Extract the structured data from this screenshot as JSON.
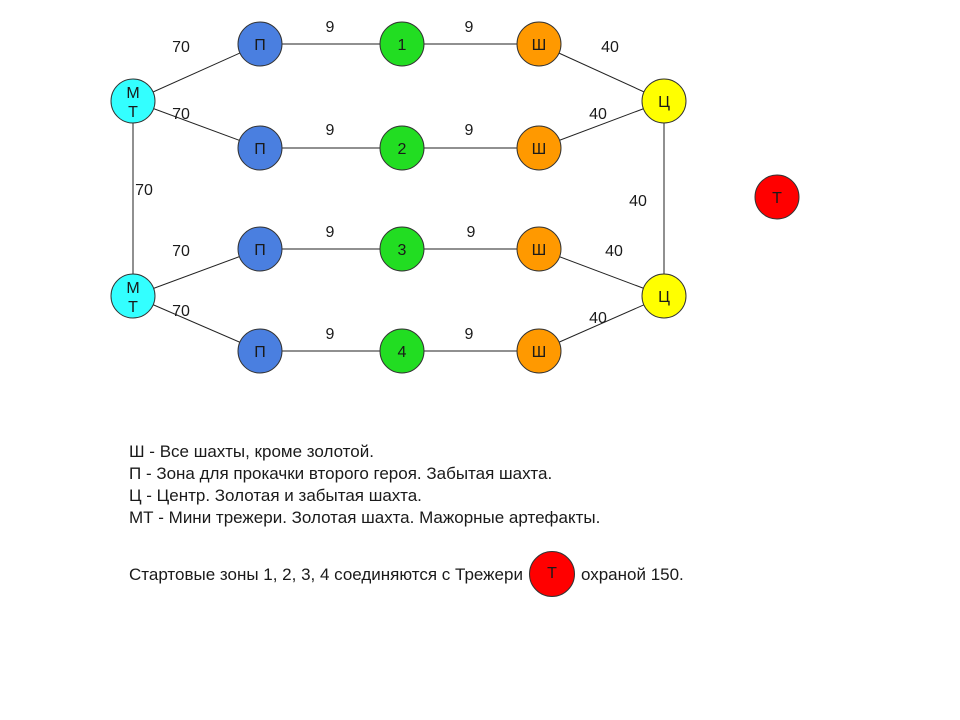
{
  "nodes": {
    "mt_top": {
      "line1": "М",
      "line2": "Т",
      "color": "#33ffff"
    },
    "mt_bottom": {
      "line1": "М",
      "line2": "Т",
      "color": "#33ffff"
    },
    "p1": {
      "label": "П",
      "color": "#4a7fe0"
    },
    "p2": {
      "label": "П",
      "color": "#4a7fe0"
    },
    "p3": {
      "label": "П",
      "color": "#4a7fe0"
    },
    "p4": {
      "label": "П",
      "color": "#4a7fe0"
    },
    "z1": {
      "label": "1",
      "color": "#22dd22"
    },
    "z2": {
      "label": "2",
      "color": "#22dd22"
    },
    "z3": {
      "label": "3",
      "color": "#22dd22"
    },
    "z4": {
      "label": "4",
      "color": "#22dd22"
    },
    "sh1": {
      "label": "Ш",
      "color": "#ff9900"
    },
    "sh2": {
      "label": "Ш",
      "color": "#ff9900"
    },
    "sh3": {
      "label": "Ш",
      "color": "#ff9900"
    },
    "sh4": {
      "label": "Ш",
      "color": "#ff9900"
    },
    "c_top": {
      "label": "Ц",
      "color": "#ffff00"
    },
    "c_bottom": {
      "label": "Ц",
      "color": "#ffff00"
    },
    "t": {
      "label": "Т",
      "color": "#ff0000"
    }
  },
  "edges": {
    "mt_top_p1": "70",
    "mt_top_p2": "70",
    "mt_top_mt_bottom": "70",
    "mt_bottom_p3": "70",
    "mt_bottom_p4": "70",
    "p1_z1": "9",
    "z1_sh1": "9",
    "p2_z2": "9",
    "z2_sh2": "9",
    "p3_z3": "9",
    "z3_sh3": "9",
    "p4_z4": "9",
    "z4_sh4": "9",
    "sh1_c_top": "40",
    "sh2_c_top": "40",
    "c_top_c_bottom": "40",
    "sh3_c_bottom": "40",
    "sh4_c_bottom": "40"
  },
  "legend": {
    "line1": "Ш - Все шахты, кроме золотой.",
    "line2": "П - Зона для прокачки второго героя. Забытая шахта.",
    "line3": "Ц - Центр. Золотая и забытая шахта.",
    "line4": "МТ - Мини трежери. Золотая шахта. Мажорные артефакты.",
    "start_before": "Стартовые зоны 1, 2, 3, 4 соединяются с Трежери",
    "start_node": "Т",
    "start_after": "охраной 150."
  }
}
